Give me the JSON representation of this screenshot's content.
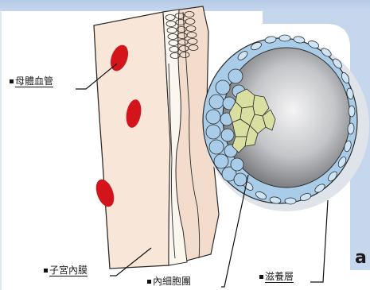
{
  "labels": {
    "maternal_vessel": "母體血管",
    "endometrium": "子宮內膜",
    "inner_cell_mass": "內細胞團",
    "trophoblast": "滋養層"
  },
  "edge_text": "a",
  "colors": {
    "background_bar": "#bcd0ea",
    "right_panel": "#c6d6ec",
    "endometrium_fill": "#f8e6d8",
    "vessel_red": "#d3141b",
    "epithelium_fill": "#fbf6ee",
    "trophoblast_cells": "#a9cde8",
    "inner_cell_mass": "#d8dfa0",
    "cavity_dark": "#7a7c80",
    "cavity_light": "#e8e8ea",
    "outline": "#2c2c2c"
  }
}
